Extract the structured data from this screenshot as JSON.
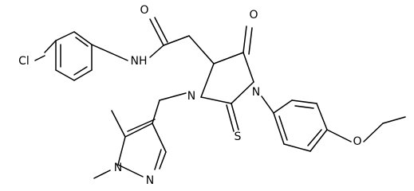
{
  "molecule": {
    "atoms": {
      "cl": "Cl",
      "nh": "NH",
      "o_amide": "O",
      "o_ring": "O",
      "n3": "N",
      "n1": "N",
      "s": "S",
      "o_ether": "O",
      "n_pyr_methyl": "N",
      "n_pyr": "N"
    }
  }
}
